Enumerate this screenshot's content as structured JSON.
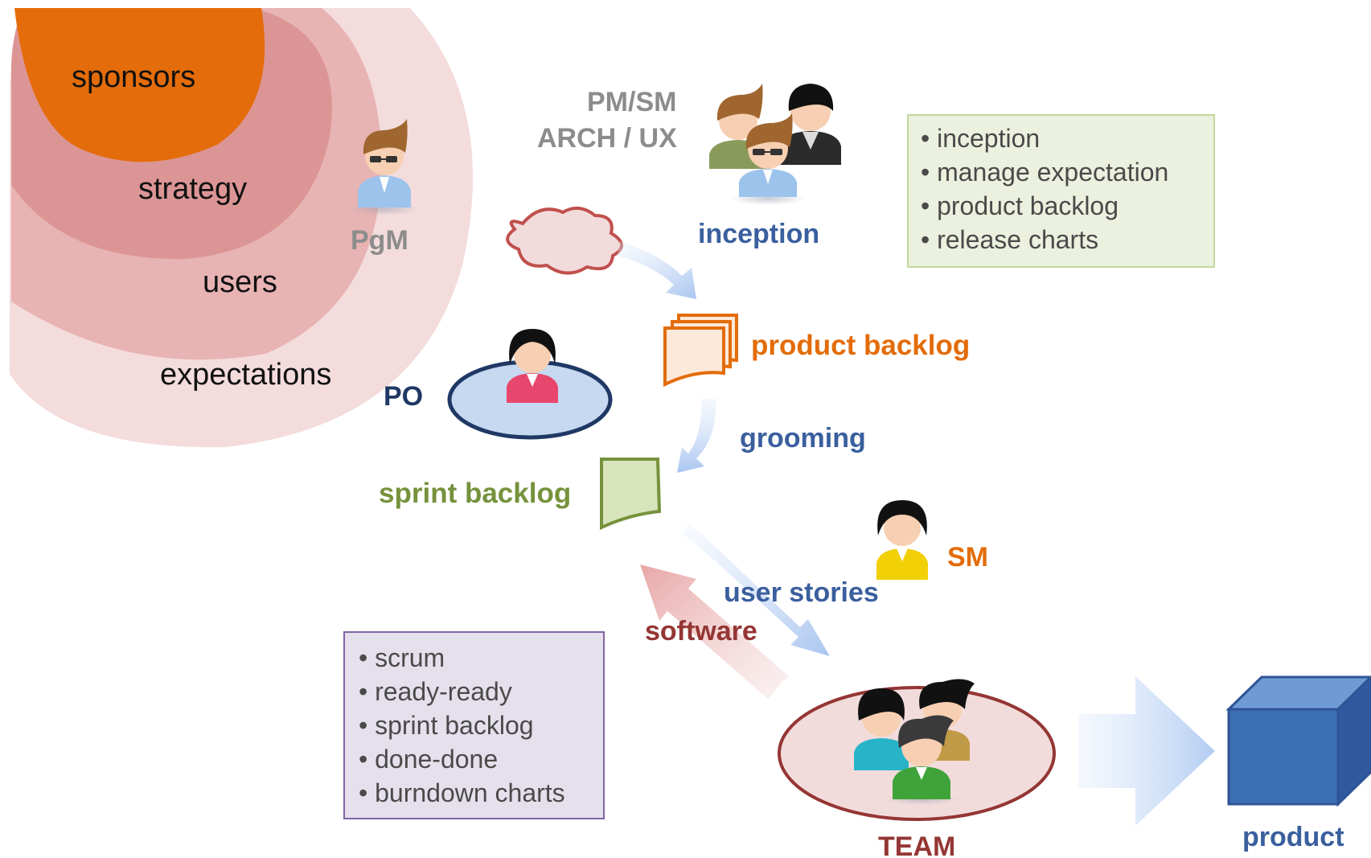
{
  "stakeholders": {
    "sponsors": "sponsors",
    "strategy": "strategy",
    "users": "users",
    "expectations": "expectations",
    "pgm": "PgM"
  },
  "inception_team": {
    "roles_line1": "PM/SM",
    "roles_line2": "ARCH / UX",
    "stage": "inception"
  },
  "inception_activities": [
    "inception",
    "manage expectation",
    "product backlog",
    "release charts"
  ],
  "product_backlog": "product backlog",
  "po": "PO",
  "grooming": "grooming",
  "sprint_backlog": "sprint backlog",
  "sm": "SM",
  "user_stories": "user stories",
  "software": "software",
  "sprint_practices": [
    "scrum",
    "ready-ready",
    "sprint backlog",
    "done-done",
    "burndown charts"
  ],
  "team": "TEAM",
  "product": "product",
  "colors": {
    "sponsors": "#e46c0a",
    "orange_text": "#e36c09",
    "blue_text": "#3a5f9e",
    "green_text": "#76923c",
    "maroon_text": "#943634",
    "inception_box_fill": "#ebf1de",
    "practices_box_fill": "#e5e0ec",
    "product_cube": "#3c6eb4"
  },
  "icons": [
    "person-icon",
    "group-icon",
    "cloud-icon",
    "document-stack-icon",
    "document-icon",
    "cube-icon",
    "arrow-icon"
  ]
}
